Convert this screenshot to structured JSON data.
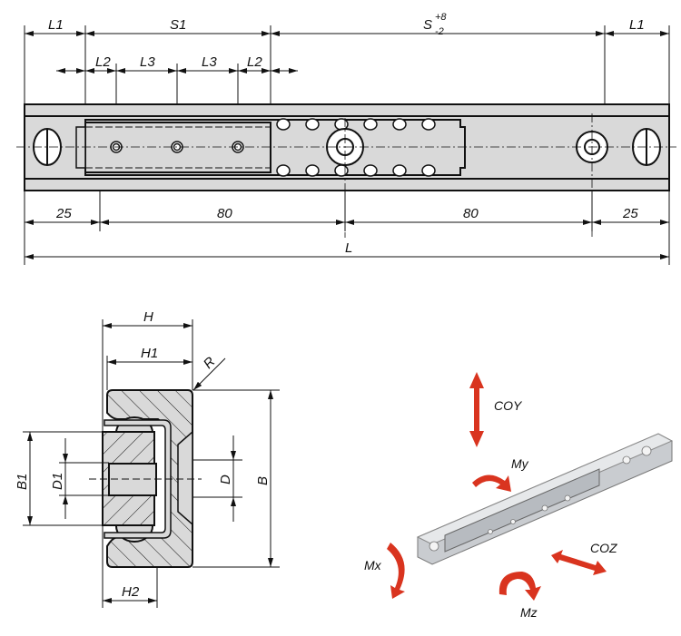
{
  "top_view": {
    "dims_top": {
      "l1_left": "L1",
      "s1": "S1",
      "s": "S",
      "s_tol_plus": "+8",
      "s_tol_minus": "-2",
      "l1_right": "L1"
    },
    "dims_holes": {
      "l2_left": "L2",
      "l3_a": "L3",
      "l3_b": "L3",
      "l2_right": "L2"
    },
    "dims_bottom": {
      "left": "25",
      "mid_left": "80",
      "mid_right": "80",
      "right": "25",
      "total": "L"
    }
  },
  "section_view": {
    "h": "H",
    "h1": "H1",
    "r": "R",
    "b": "B",
    "b1": "B1",
    "d1": "D1",
    "d": "D",
    "h2": "H2"
  },
  "load_view": {
    "coy": "COY",
    "my": "My",
    "mx": "Mx",
    "coz": "COZ",
    "mz": "Mz"
  },
  "colors": {
    "fill": "#d9d9d9",
    "line": "#111111",
    "arrow": "#d9341f"
  }
}
